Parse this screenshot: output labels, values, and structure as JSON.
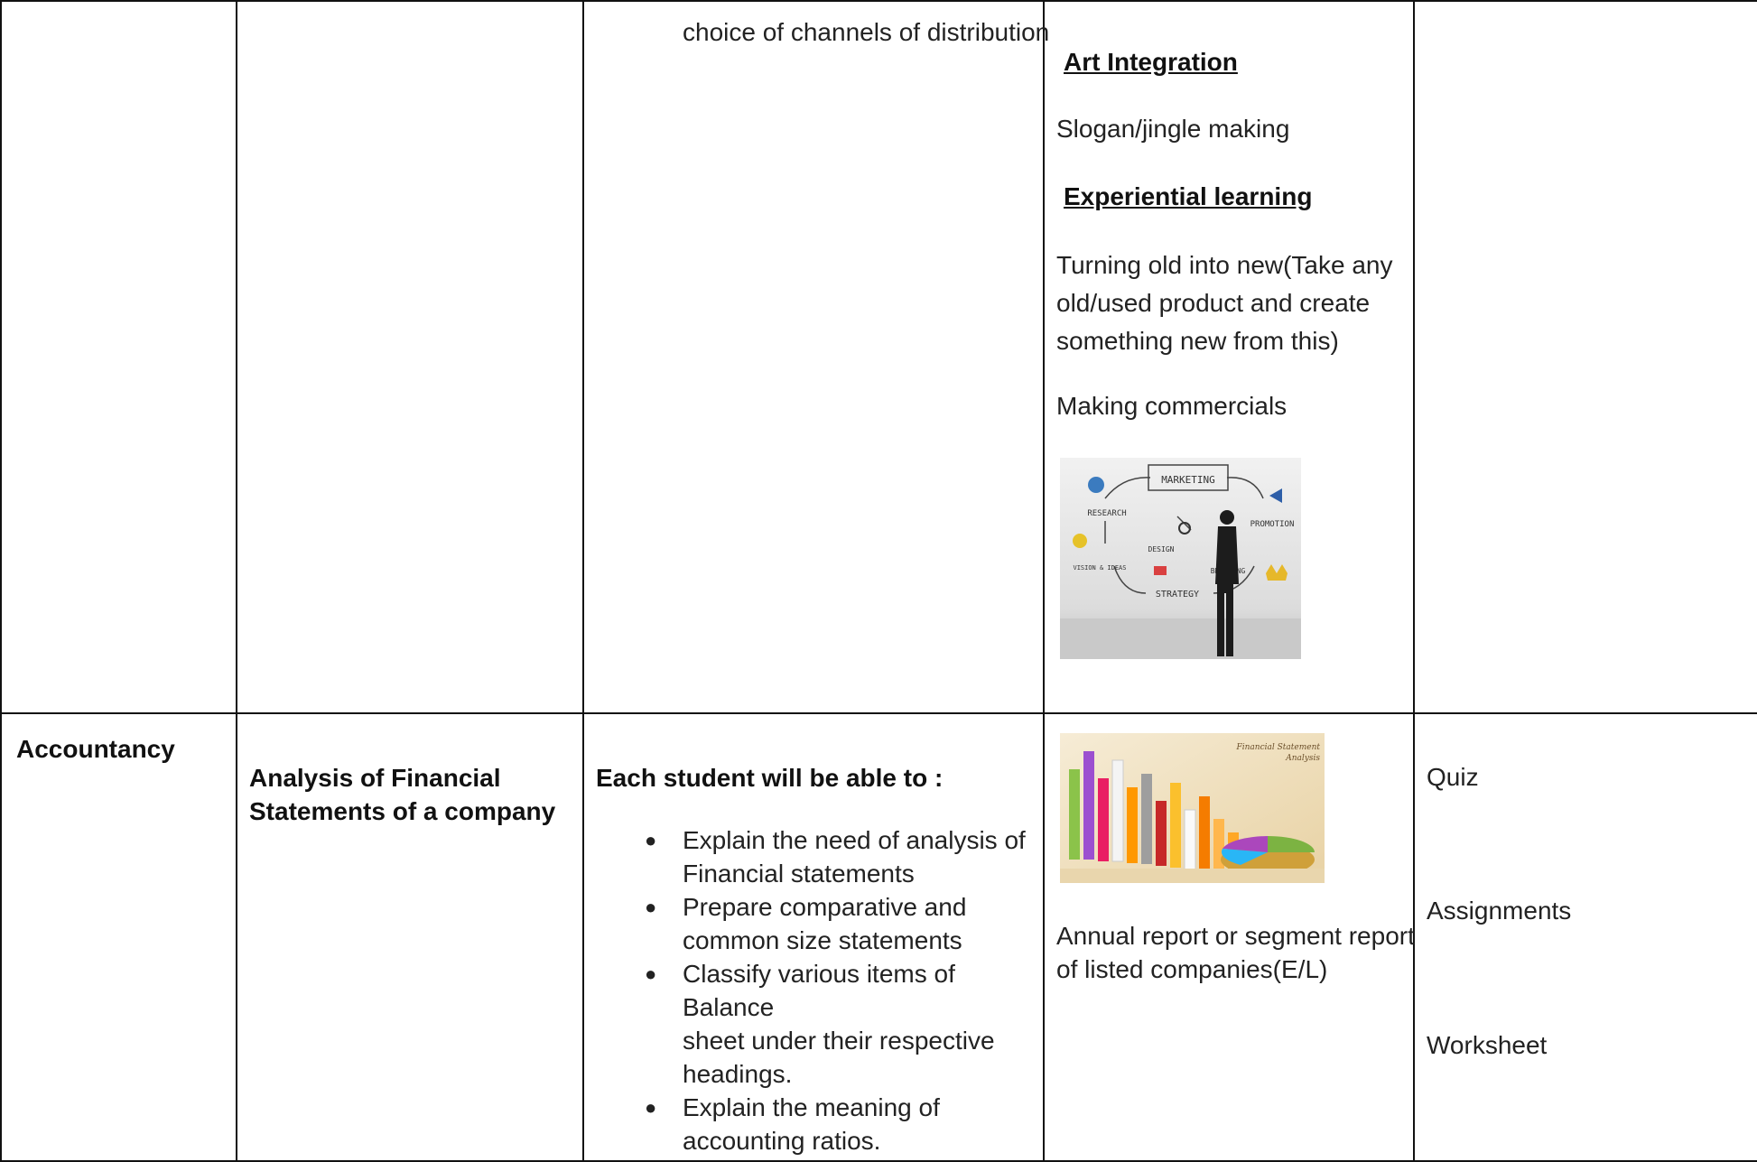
{
  "row1": {
    "objective_tail": "choice of channels of distribution",
    "activity": {
      "art_heading": "Art Integration",
      "art_text": "Slogan/jingle making",
      "exp_heading": "Experiential learning",
      "exp_text": "Turning old into new(Take any old/used product and create something new from this)",
      "exp_text_lines": [
        "Turning old into new(Take any",
        "old/used product and create",
        "something new from this)"
      ],
      "commercials": "Making commercials"
    },
    "marketing_image": {
      "labels": [
        "MARKETING",
        "RESEARCH",
        "PROMOTION",
        "DESIGN",
        "VISION & IDEAS",
        "STRATEGY",
        "BRANDING"
      ]
    }
  },
  "row2": {
    "subject": "Accountancy",
    "topic_lines": [
      "Analysis of Financial",
      "Statements of a company"
    ],
    "objectives_intro": "Each student will be able to :",
    "objectives": [
      [
        "Explain the need of analysis of",
        "Financial statements"
      ],
      [
        "Prepare comparative and",
        "common size statements"
      ],
      [
        "Classify various items of Balance",
        "sheet under their respective",
        "headings."
      ],
      [
        "Explain the meaning of",
        "accounting ratios."
      ]
    ],
    "bullet": "●",
    "activity_lines": [
      "Annual report or segment report",
      "of  listed companies(E/L)"
    ],
    "chart_image_caption": [
      "Financial Statement",
      "Analysis"
    ],
    "assessment": [
      "Quiz",
      "Assignments",
      "Worksheet"
    ]
  }
}
